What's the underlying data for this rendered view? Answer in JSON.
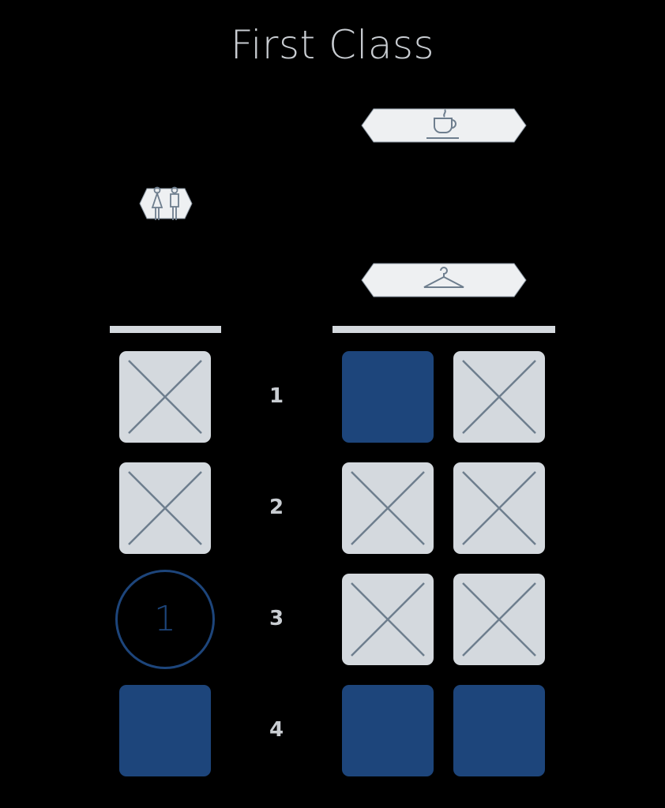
{
  "cabin": {
    "title": "First Class"
  },
  "amenities": [
    {
      "type": "galley",
      "icon": "coffee-cup-icon"
    },
    {
      "type": "lavatory",
      "icon": "restroom-icon"
    },
    {
      "type": "closet",
      "icon": "coat-hanger-icon"
    }
  ],
  "rows": [
    {
      "number": "1",
      "seats": [
        "occupied",
        "available",
        "occupied"
      ]
    },
    {
      "number": "2",
      "seats": [
        "occupied",
        "occupied",
        "occupied"
      ]
    },
    {
      "number": "3",
      "seats": [
        "selected",
        "occupied",
        "occupied"
      ]
    },
    {
      "number": "4",
      "seats": [
        "available",
        "available",
        "available"
      ]
    }
  ],
  "selected_passenger": "1",
  "colors": {
    "background": "#000000",
    "occupied": "#d4d9de",
    "available": "#1d457b",
    "cross": "#6e7e8e",
    "text": "#c9cdd2"
  }
}
